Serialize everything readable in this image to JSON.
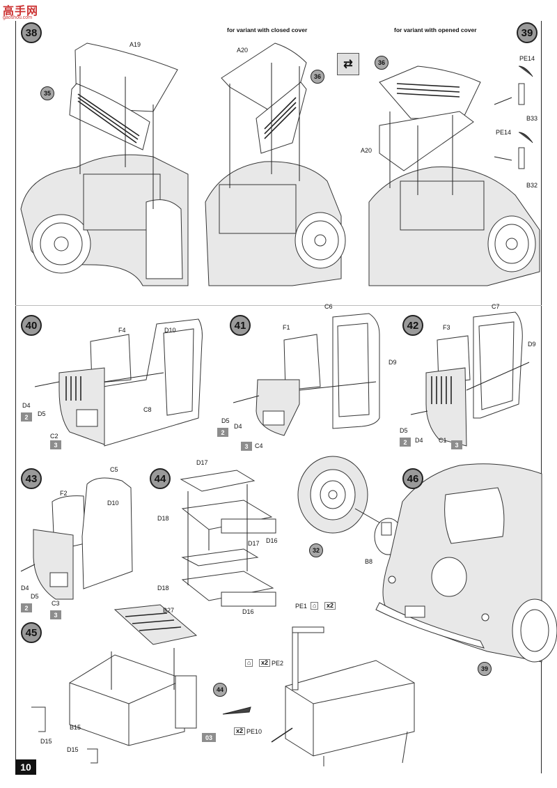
{
  "watermark": {
    "text": "高手网",
    "site": "gaoshou.com"
  },
  "page_number": "10",
  "notes": {
    "closed_cover": "for variant with closed cover",
    "opened_cover": "for variant with opened cover"
  },
  "steps": [
    "38",
    "39",
    "40",
    "41",
    "42",
    "43",
    "44",
    "45",
    "46"
  ],
  "refs": {
    "r35": "35",
    "r36a": "36",
    "r36b": "36",
    "r32": "32",
    "r39": "39",
    "r44": "44"
  },
  "labels": {
    "A19": "A19",
    "A20a": "A20",
    "A20b": "A20",
    "PE14a": "PE14",
    "B33": "B33",
    "PE14b": "PE14",
    "B32": "B32",
    "F4": "F4",
    "D10a": "D10",
    "C8": "C8",
    "D4a": "D4",
    "D5a": "D5",
    "C2": "C2",
    "F1": "F1",
    "C6": "C6",
    "D9a": "D9",
    "D5b": "D5",
    "D4b": "D4",
    "C4": "C4",
    "F3": "F3",
    "C7": "C7",
    "D9b": "D9",
    "D5c": "D5",
    "D4c": "D4",
    "C1": "C1",
    "F2": "F2",
    "C5": "C5",
    "D10b": "D10",
    "D4d": "D4",
    "D5d": "D5",
    "C3": "C3",
    "D17a": "D17",
    "D18a": "D18",
    "D16a": "D16",
    "D17b": "D17",
    "D18b": "D18",
    "D16b": "D16",
    "B8": "B8",
    "B27": "B27",
    "B15": "B15",
    "D15a": "D15",
    "D15b": "D15",
    "PE1": "PE1",
    "PE2": "PE2",
    "PE10": "PE10",
    "x2a": "x2",
    "x2b": "x2",
    "x2c": "x2"
  },
  "badges": {
    "b2a": "2",
    "b3a": "3",
    "b2b": "2",
    "b3b": "3",
    "b2c": "2",
    "b3c": "3",
    "b2d": "2",
    "b3d": "3",
    "b03": "03"
  },
  "swap_icon": "swap-arrows-icon"
}
